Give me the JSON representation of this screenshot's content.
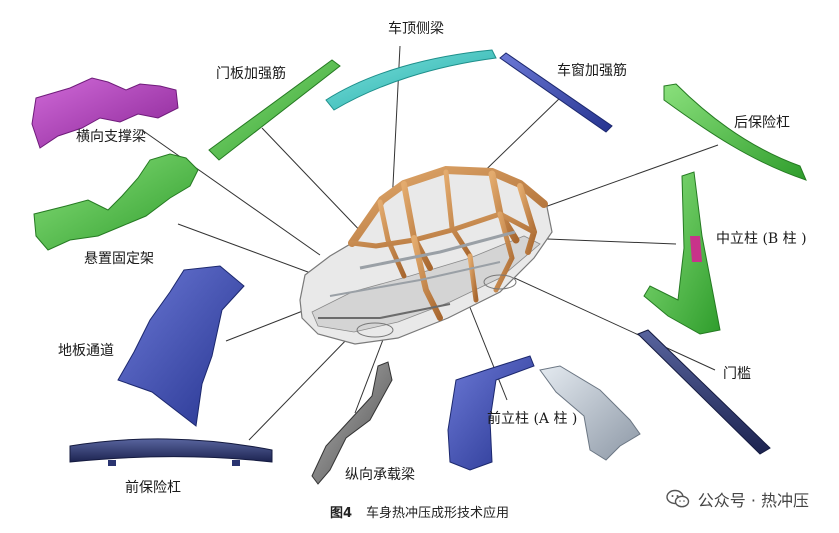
{
  "labels": {
    "roof_side_rail": "车顶侧梁",
    "door_reinforcement": "门板加强筋",
    "window_reinforcement": "车窗加强筋",
    "cross_member": "横向支撑梁",
    "rear_bumper": "后保险杠",
    "suspension_bracket": "悬置固定架",
    "b_pillar": "中立柱 (B 柱 )",
    "floor_tunnel": "地板通道",
    "door_sill": "门槛",
    "a_pillar": "前立柱 (A 柱 )",
    "longitudinal_beam": "纵向承载梁",
    "front_bumper": "前保险杠"
  },
  "caption": {
    "figure_no": "图4",
    "title": "车身热冲压成形技术应用"
  },
  "watermark": {
    "text": "公众号 · 热冲压",
    "icon": "wechat-icon"
  },
  "colors": {
    "cyan_part": "#3fc8c4",
    "green_part": "#4fc44a",
    "magenta_part": "#b53ec1",
    "blue_part": "#3444a8",
    "navy_part": "#2a3470",
    "grey_part": "#8a8a8a",
    "body_orange": "#c8894e",
    "leader_line": "#333333"
  }
}
